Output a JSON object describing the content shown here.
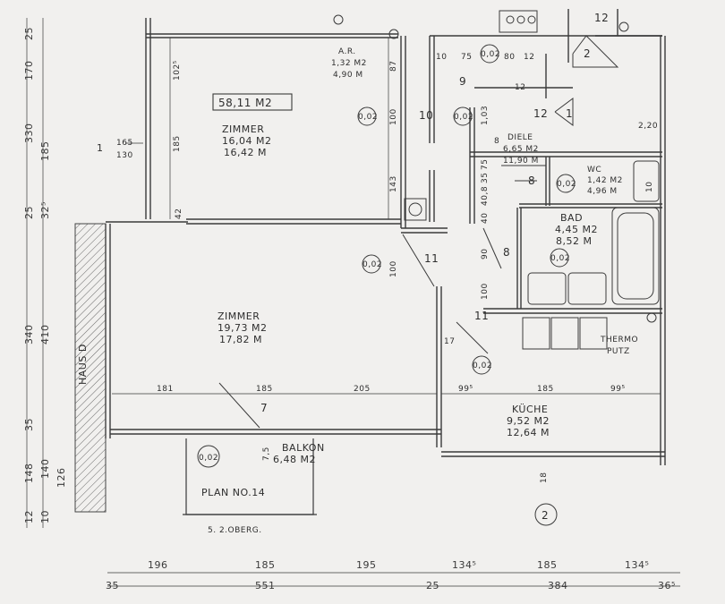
{
  "plan": {
    "total_area_box": "58,11 M2",
    "plan_label": "PLAN NO.14",
    "floor_label": "5. 2.OBERG.",
    "haus_label": "HAUS D",
    "thermo_label_1": "THERMO",
    "thermo_label_2": "PUTZ"
  },
  "rooms": [
    {
      "name": "ZIMMER",
      "area": "16,04 M2",
      "perimeter": "16,42 M"
    },
    {
      "name": "ZIMMER",
      "area": "19,73 M2",
      "perimeter": "17,82 M"
    },
    {
      "name": "A.R.",
      "area": "1,32 M2",
      "perimeter": "4,90 M"
    },
    {
      "name": "DIELE",
      "area": "6,65 M2",
      "perimeter": "11,90 M"
    },
    {
      "name": "WC",
      "area": "1,42 M2",
      "perimeter": "4,96 M"
    },
    {
      "name": "BAD",
      "area": "4,45 M2",
      "perimeter": "8,52 M"
    },
    {
      "name": "KÜCHE",
      "area": "9,52 M2",
      "perimeter": "12,64 M"
    },
    {
      "name": "BALKON",
      "area": "6,48 M2"
    }
  ],
  "room_numbers": [
    "12",
    "2",
    "9",
    "10",
    "12",
    "1",
    "8",
    "8",
    "11",
    "11",
    "7",
    "2"
  ],
  "door_marks": [
    "1",
    "165",
    "130"
  ],
  "codes": [
    "0,02",
    "0,02",
    "0,02",
    "0,02",
    "0,02",
    "0,02",
    "0,02",
    "0,02"
  ],
  "dimensions": {
    "bottom_row_1": [
      "196",
      "185",
      "195",
      "134⁵",
      "185",
      "134⁵"
    ],
    "bottom_row_2": [
      "35",
      "551",
      "25",
      "384",
      "36⁵"
    ],
    "left_column": [
      "25",
      "170",
      "330",
      "185",
      "25",
      "32⁵",
      "340",
      "410",
      "35",
      "140",
      "148",
      "126",
      "12",
      "10"
    ],
    "interior": [
      "102⁵",
      "185",
      "42",
      "181",
      "185",
      "205",
      "99⁵",
      "185",
      "99⁵",
      "143",
      "100",
      "100",
      "10",
      "75",
      "80",
      "12",
      "40",
      "8",
      "75",
      "90",
      "87",
      "100",
      "12",
      "1,03",
      "2,20",
      "40,8",
      "35",
      "17",
      "10",
      "18",
      "7,5"
    ]
  }
}
